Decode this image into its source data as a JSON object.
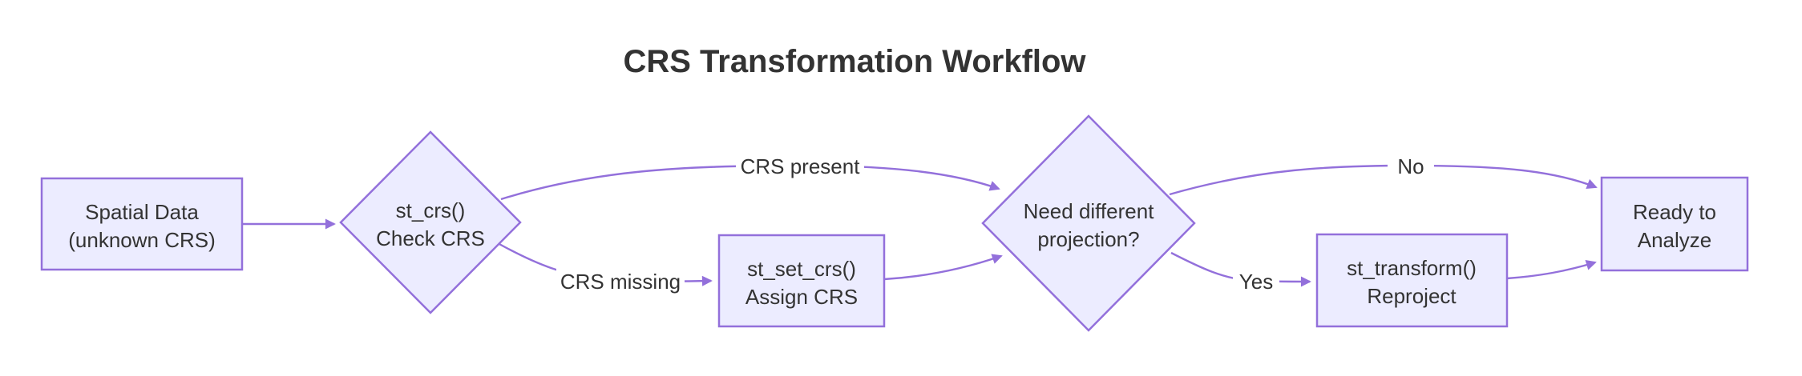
{
  "title": "CRS Transformation Workflow",
  "colors": {
    "background": "#ffffff",
    "node_fill": "#ECECFF",
    "node_border": "#9370DB",
    "edge": "#9370DB",
    "text": "#333333",
    "title_text": "#333333"
  },
  "nodes": {
    "spatial_data": {
      "shape": "rect",
      "line1": "Spatial Data",
      "line2": "(unknown CRS)"
    },
    "check_crs": {
      "shape": "diamond",
      "line1": "st_crs()",
      "line2": "Check CRS"
    },
    "assign_crs": {
      "shape": "rect",
      "line1": "st_set_crs()",
      "line2": "Assign CRS"
    },
    "need_projection": {
      "shape": "diamond",
      "line1": "Need different",
      "line2": "projection?"
    },
    "reproject": {
      "shape": "rect",
      "line1": "st_transform()",
      "line2": "Reproject"
    },
    "ready": {
      "shape": "rect",
      "line1": "Ready to",
      "line2": "Analyze"
    }
  },
  "edges": [
    {
      "from": "spatial_data",
      "to": "check_crs",
      "label": ""
    },
    {
      "from": "check_crs",
      "to": "need_projection",
      "label": "CRS present"
    },
    {
      "from": "check_crs",
      "to": "assign_crs",
      "label": "CRS missing"
    },
    {
      "from": "assign_crs",
      "to": "need_projection",
      "label": ""
    },
    {
      "from": "need_projection",
      "to": "ready",
      "label": "No"
    },
    {
      "from": "need_projection",
      "to": "reproject",
      "label": "Yes"
    },
    {
      "from": "reproject",
      "to": "ready",
      "label": ""
    }
  ]
}
